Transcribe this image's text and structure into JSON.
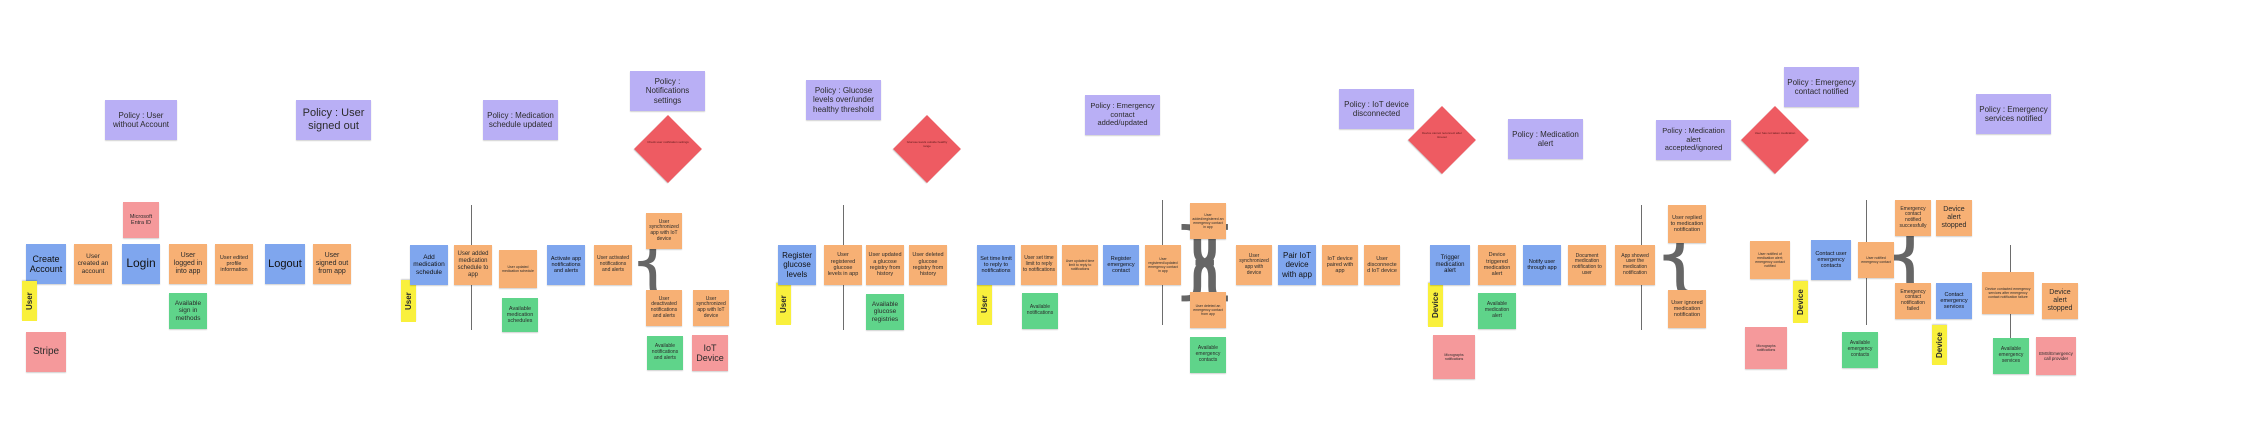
{
  "policies": [
    "Policy : User without Account",
    "Policy : User signed out",
    "Policy : Medication schedule updated",
    "Policy : Notifications settings",
    "Policy : Glucose levels over/under healthy threshold",
    "Policy : Emergency contact added/updated",
    "Policy : IoT device disconnected",
    "Policy : Medication alert",
    "Policy : Medication alert accepted/ignored",
    "Policy : Emergency contact notified",
    "Policy : Emergency services notified"
  ],
  "decisions": [
    "Check user notification settings",
    "Glucose levels outside healthy range",
    "Device cannot reconnect after timeout",
    "User has not taken medication"
  ],
  "actors": {
    "user": "User",
    "device": "Device"
  },
  "external": {
    "microsoft": "Microsoft Entra ID",
    "stripe": "Stripe",
    "iot_device": "IoT Device",
    "micrographs": "Micrographs notifications",
    "ems_provider": "EMS/Emergency call provider"
  },
  "commands": {
    "create_account": "Create Account",
    "login": "Login",
    "logout": "Logout",
    "add_schedule": "Add medication schedule",
    "activate_notifs": "Activate app notifications and alerts",
    "register_glucose": "Register glucose levels",
    "set_time_limit": "Set time limit to reply to notifications",
    "register_contact": "Register emergency contact",
    "pair_iot": "Pair IoT device with app",
    "trigger_alert": "Trigger medication alert",
    "notify_user": "Notify user through app",
    "contact_emergency": "Contact user emergency contacts",
    "contact_services": "Contact emergency services"
  },
  "events": {
    "user_created": "User created an account",
    "user_logged": "User logged in into app",
    "profile_edited": "User edited profile information",
    "signed_out": "User signed out from app",
    "schedule_updated": "User updated medication schedule",
    "schedule_added": "User added medication schedule to app",
    "activated_notifs": "User activated notifications and alerts",
    "sync_on": "User synchronized app with IoT device",
    "deactivated": "User deactivated notifications and alerts",
    "sync_off": "User synchronized app with IoT device",
    "glucose_registered": "User registered glucose levels in app",
    "glucose_updated": "User updated a glucose registry from history",
    "glucose_deleted": "User deleted glucose registry from history",
    "time_set": "User set time limit to reply to notifications",
    "time_updated": "User updated time limit to reply to notifications",
    "contact_registered": "User registered/updated emergency contact in app",
    "contact_added": "User added/registered an emergency contact in app",
    "contact_deleted": "User deleted an emergency contact from app",
    "device_sync": "User synchronized app with device",
    "device_paired": "IoT device paired with app",
    "device_disconnected": "User disconnected IoT device",
    "device_triggered": "Device triggered medication alert",
    "document_notif": "Document medication notification to user",
    "app_showed": "App showed user the medication notification",
    "replied": "User replied to medication notification",
    "ignored": "User ignored medication notification",
    "user_notified": "User notified of medication alert; emergency contact notified",
    "contact_notified": "Emergency contact notified successfully",
    "notify_failed": "Emergency contact notification failed",
    "user_notified_ec": "User notified emergency contact",
    "device_stopped_1": "Device alert stopped",
    "services_contacted": "Device contacted emergency services after emergency contact notification failure",
    "device_stopped_2": "Device alert stopped"
  },
  "read_models": {
    "signin_methods": "Available sign in methods",
    "med_schedules": "Available medication schedules",
    "notif_settings": "Available notifications and alerts",
    "glucose_registries": "Available glucose registries",
    "notifications": "Available notifications",
    "em_contacts": "Available emergency contacts",
    "med_alert": "Available medication alert",
    "em_contacts_2": "Available emergency contacts",
    "em_services": "Available emergency services"
  }
}
